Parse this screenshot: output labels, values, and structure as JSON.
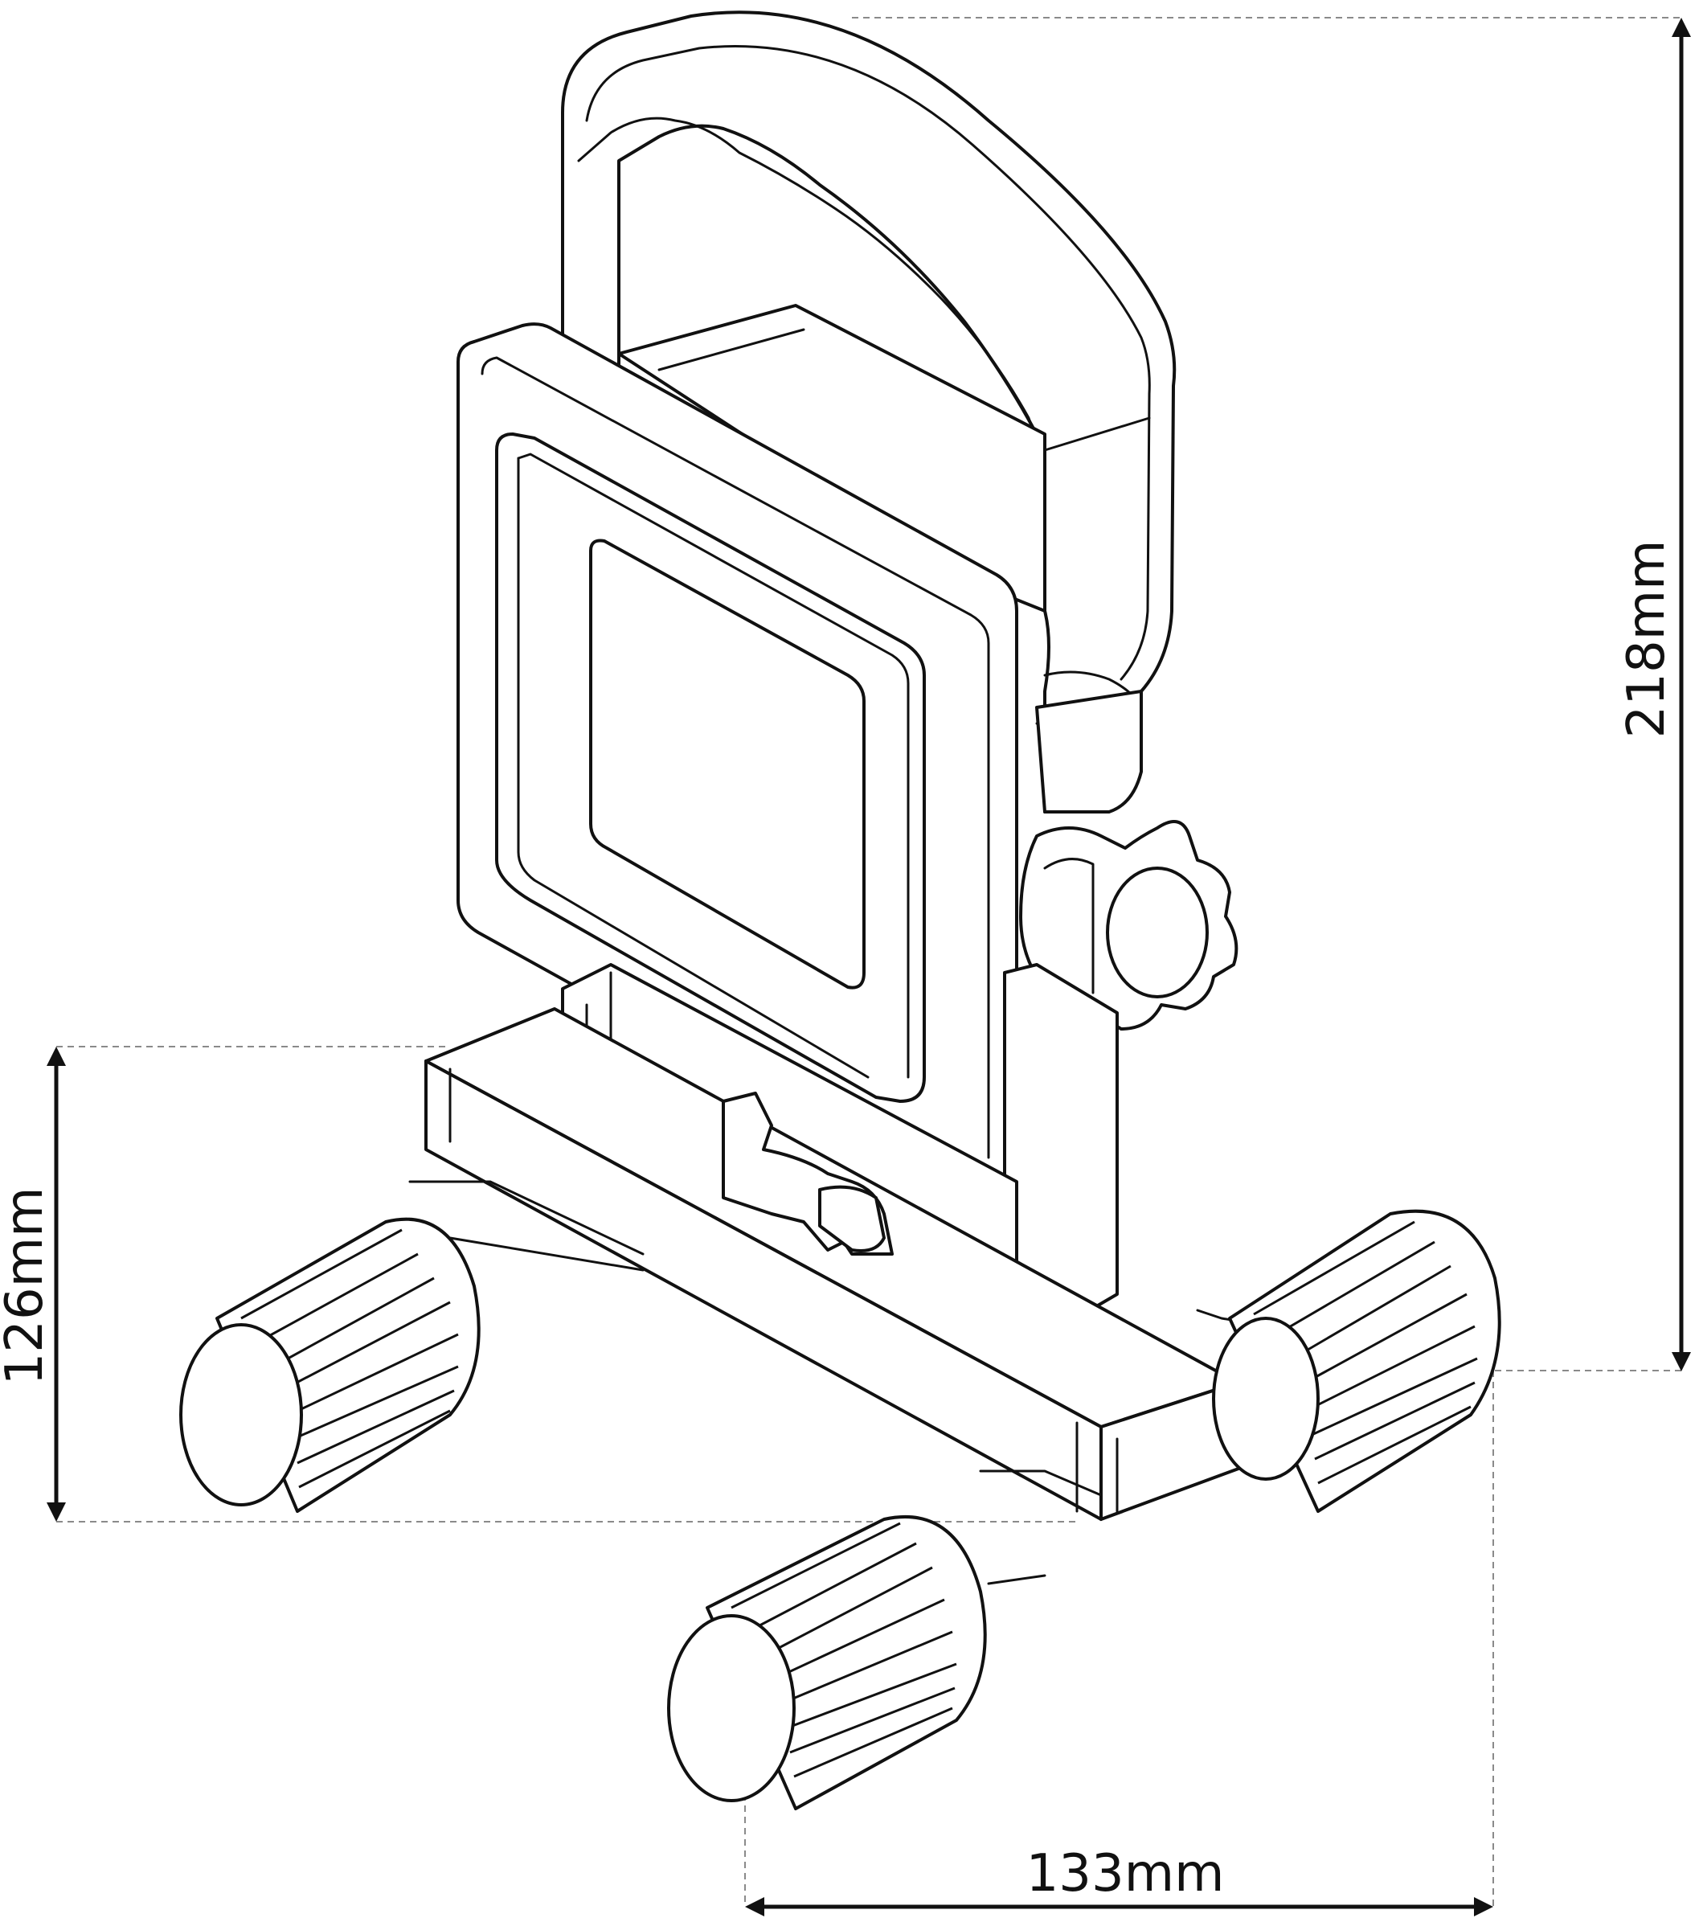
{
  "dimensions": {
    "height_total": "218mm",
    "height_base": "126mm",
    "width_base": "133mm"
  }
}
